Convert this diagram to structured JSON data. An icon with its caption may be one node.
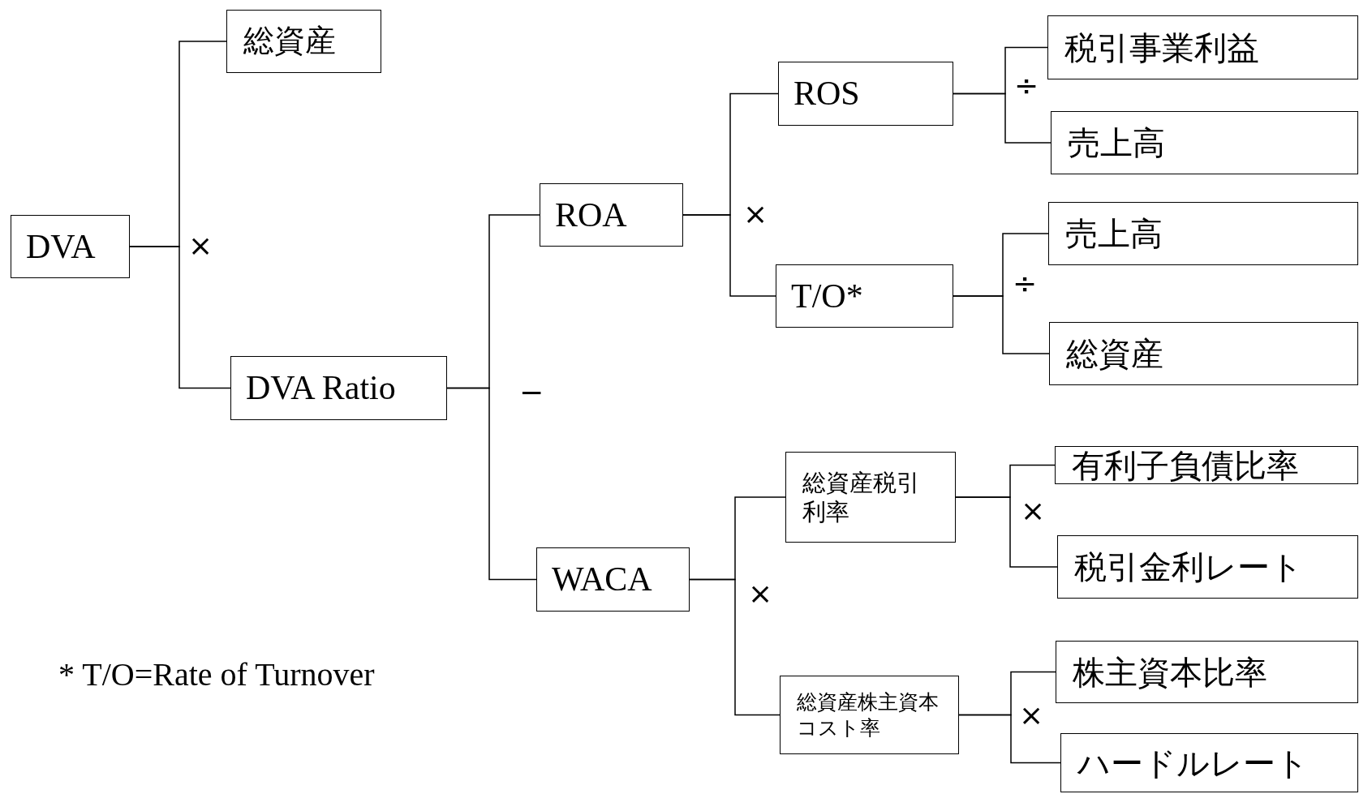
{
  "diagram": {
    "nodes": [
      {
        "text": [
          "DVA"
        ]
      },
      {
        "text": [
          "総資産"
        ]
      },
      {
        "text": [
          "DVA Ratio"
        ]
      },
      {
        "text": [
          "ROA"
        ]
      },
      {
        "text": [
          "WACA"
        ]
      },
      {
        "text": [
          "ROS"
        ]
      },
      {
        "text": [
          "T/O*"
        ]
      },
      {
        "text": [
          "総資産税引利率"
        ]
      },
      {
        "text": [
          "総資産株主資本コスト率"
        ]
      },
      {
        "text": [
          "税引事業利益"
        ]
      },
      {
        "text": [
          "売上高"
        ]
      },
      {
        "text": [
          "売上高"
        ]
      },
      {
        "text": [
          "総資産"
        ]
      },
      {
        "text": [
          "有利子負債比率"
        ]
      },
      {
        "text": [
          "税引金利レート"
        ]
      },
      {
        "text": [
          "株主資本比率"
        ]
      },
      {
        "text": [
          "ハードルレート"
        ]
      }
    ],
    "edges": [
      {
        "from": 0,
        "to": 1,
        "arrow": "none"
      },
      {
        "from": 0,
        "to": 2,
        "arrow": "none"
      },
      {
        "from": 2,
        "to": 3,
        "arrow": "none"
      },
      {
        "from": 2,
        "to": 4,
        "arrow": "none"
      },
      {
        "from": 3,
        "to": 5,
        "arrow": "none"
      },
      {
        "from": 3,
        "to": 6,
        "arrow": "none"
      },
      {
        "from": 4,
        "to": 7,
        "arrow": "none"
      },
      {
        "from": 4,
        "to": 8,
        "arrow": "none"
      },
      {
        "from": 5,
        "to": 9,
        "arrow": "none"
      },
      {
        "from": 5,
        "to": 10,
        "arrow": "none"
      },
      {
        "from": 6,
        "to": 11,
        "arrow": "none"
      },
      {
        "from": 6,
        "to": 12,
        "arrow": "none"
      },
      {
        "from": 7,
        "to": 13,
        "arrow": "none"
      },
      {
        "from": 7,
        "to": 14,
        "arrow": "none"
      },
      {
        "from": 8,
        "to": 15,
        "arrow": "none"
      },
      {
        "from": 8,
        "to": 16,
        "arrow": "none"
      }
    ],
    "labels": [
      "÷",
      "×",
      "×",
      "÷",
      "−",
      "×",
      "×",
      "×",
      "* T/O=Rate of Turnover"
    ]
  }
}
